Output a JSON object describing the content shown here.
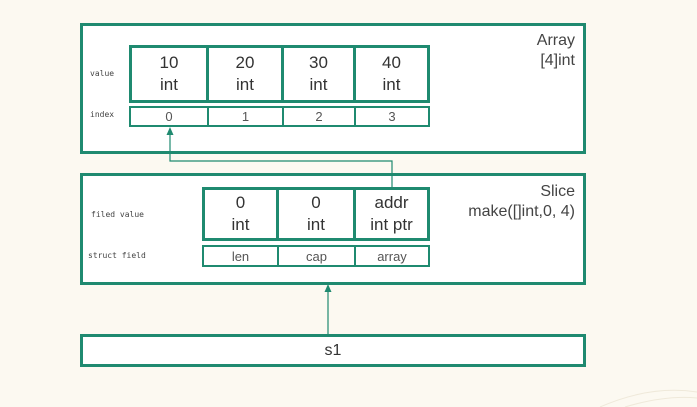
{
  "array": {
    "title_line1": "Array",
    "title_line2": "[4]int",
    "row_label_value": "value",
    "row_label_index": "index",
    "cells": [
      {
        "value": "10",
        "type": "int",
        "index": "0"
      },
      {
        "value": "20",
        "type": "int",
        "index": "1"
      },
      {
        "value": "30",
        "type": "int",
        "index": "2"
      },
      {
        "value": "40",
        "type": "int",
        "index": "3"
      }
    ]
  },
  "slice": {
    "title_line1": "Slice",
    "title_line2": "make([]int,0, 4)",
    "row_label_value": "filed value",
    "row_label_field": "struct field",
    "cells": [
      {
        "value": "0",
        "type": "int",
        "field": "len"
      },
      {
        "value": "0",
        "type": "int",
        "field": "cap"
      },
      {
        "value": "addr",
        "type": "int ptr",
        "field": "array"
      }
    ]
  },
  "variable": {
    "label": "s1"
  },
  "colors": {
    "border": "#1f8a70",
    "background": "#fcf9f1"
  }
}
